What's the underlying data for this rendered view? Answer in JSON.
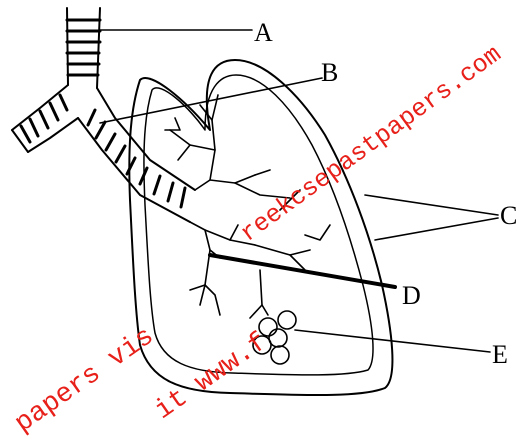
{
  "labels": {
    "a": "A",
    "b": "B",
    "c": "C",
    "d": "D",
    "e": "E"
  },
  "watermark": {
    "part1": "papers vis",
    "part2": "it www.f",
    "part3": "reekcsepastpapers.com"
  },
  "colors": {
    "line": "#000000",
    "watermark": "#e8201a",
    "background": "#ffffff"
  }
}
